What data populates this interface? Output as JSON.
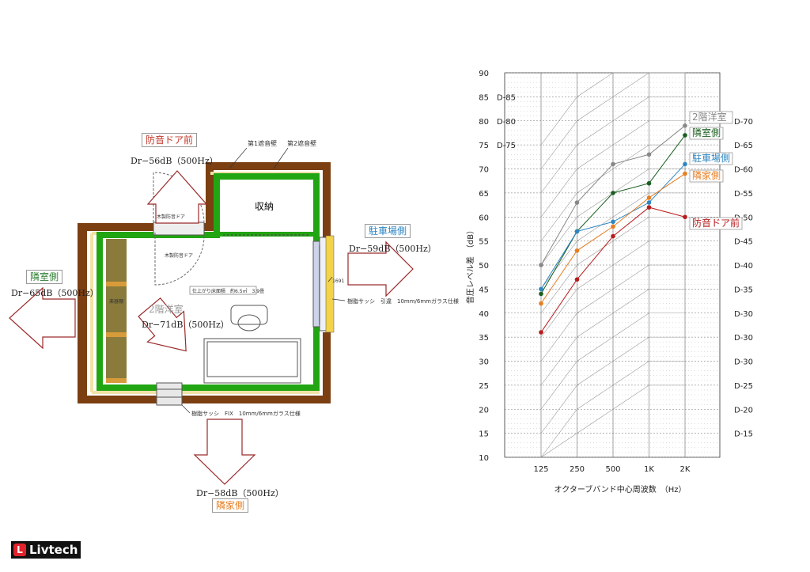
{
  "plan": {
    "top_label": "防音ドア前",
    "top_dr": "Dr−56dB（500Hz）",
    "right_label": "駐車場側",
    "right_dr": "Dr−59dB（500Hz）",
    "left_label": "隣室側",
    "left_dr": "Dr−65dB（500Hz）",
    "upstairs_label": "2階洋室",
    "upstairs_dr": "Dr−71dB（500Hz）",
    "bottom_dr": "Dr−58dB（500Hz）",
    "bottom_label": "隣家側",
    "storage": "収納",
    "wall1": "第1遮音壁",
    "wall2": "第2遮音壁",
    "sash_right": "樹脂サッシ　引違　10mm/6mmガラス仕様",
    "sash_bottom": "樹脂サッシ　FIX　10mm/6mmガラス仕様",
    "area_note": "仕上がり床面積　約6.5㎡　3.9畳",
    "door_note1": "木製防音ドア",
    "door_note2": "木製防音ドア",
    "shelf_note": "楽器棚",
    "dim_right": "1691",
    "label_colors": {
      "top": "#c0392b",
      "right": "#2e86c1",
      "left": "#2e7d32",
      "upstairs": "#999999",
      "bottom": "#e67e22"
    }
  },
  "chart_data": {
    "type": "line",
    "x_categories": [
      "125",
      "250",
      "500",
      "1K",
      "2K"
    ],
    "xlabel": "オクターブバンド中心周波数　（Hz）",
    "ylabel": "音圧レベル差　（dB）",
    "ylim": [
      10,
      90
    ],
    "y_ticks": [
      "90",
      "85",
      "80",
      "75",
      "70",
      "65",
      "60",
      "55",
      "50",
      "45",
      "40",
      "35",
      "30",
      "25",
      "20",
      "15",
      "10"
    ],
    "left_d_labels": [
      "D-85",
      "D-80",
      "D-75"
    ],
    "right_d_labels": [
      "D-70",
      "D-65",
      "D-60",
      "D-55",
      "D-50",
      "D-45",
      "D-40",
      "D-35",
      "D-30",
      "D-30",
      "D-30",
      "D-25",
      "D-20",
      "D-15"
    ],
    "grid": true,
    "series": [
      {
        "name": "2階洋室",
        "color": "#888888",
        "values": [
          50,
          63,
          71,
          73,
          79
        ]
      },
      {
        "name": "隣室側",
        "color": "#1b5e20",
        "values": [
          44,
          57,
          65,
          67,
          77
        ]
      },
      {
        "name": "駐車場側",
        "color": "#2e86c1",
        "values": [
          45,
          57,
          59,
          63,
          71
        ]
      },
      {
        "name": "隣家側",
        "color": "#e67e22",
        "values": [
          42,
          53,
          58,
          64,
          69
        ]
      },
      {
        "name": "防音ドア前",
        "color": "#b71c1c",
        "values": [
          36,
          47,
          56,
          62,
          60
        ]
      }
    ]
  },
  "brand": {
    "logo_text": "Livtech",
    "logo_mark": "L"
  }
}
